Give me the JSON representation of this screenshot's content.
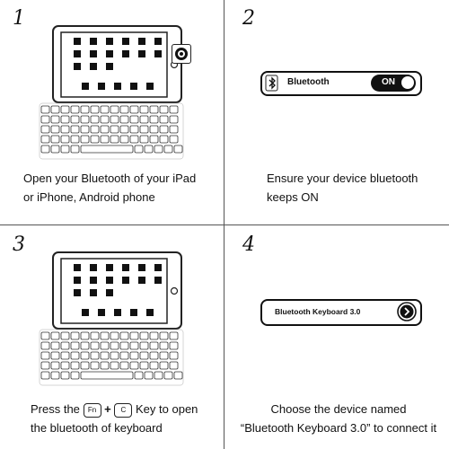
{
  "steps": [
    {
      "number": "1",
      "caption_lines": [
        "Open your Bluetooth of your iPad",
        "or iPhone, Android phone"
      ]
    },
    {
      "number": "2",
      "caption_lines": [
        "Ensure your device bluetooth",
        "keeps ON"
      ],
      "setting_label": "Bluetooth",
      "toggle_text": "ON"
    },
    {
      "number": "3",
      "caption_prefix": "Press the",
      "plus": "+",
      "caption_suffix": "Key to open",
      "caption_line2": "the bluetooth of keyboard",
      "key_fn": "Fn",
      "key_c": "C"
    },
    {
      "number": "4",
      "caption_lines": [
        "Choose the device named",
        "“Bluetooth Keyboard 3.0” to connect it"
      ],
      "device_label": "Bluetooth Keyboard 3.0"
    }
  ],
  "icons": {
    "bluetooth": "bluetooth-icon",
    "settings": "gear-icon",
    "connect": "chevron-right-icon"
  }
}
